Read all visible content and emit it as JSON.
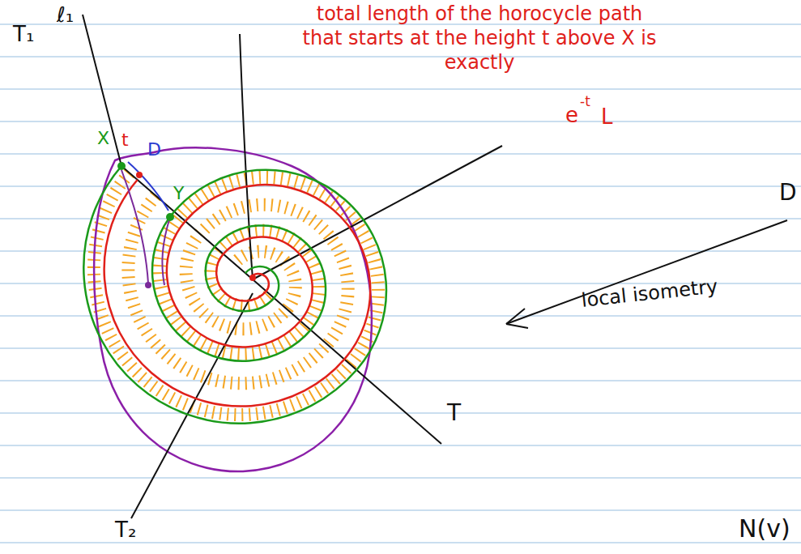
{
  "diagram": {
    "labels": [
      "total length of the horocycle path that starts at the height t above X is exactly",
      "e",
      "-t",
      "L",
      "T₁",
      "ℓ₁",
      "X",
      "t",
      "D",
      "Y",
      "T",
      "T₂",
      "local isometry",
      "D",
      "N(v)"
    ]
  }
}
